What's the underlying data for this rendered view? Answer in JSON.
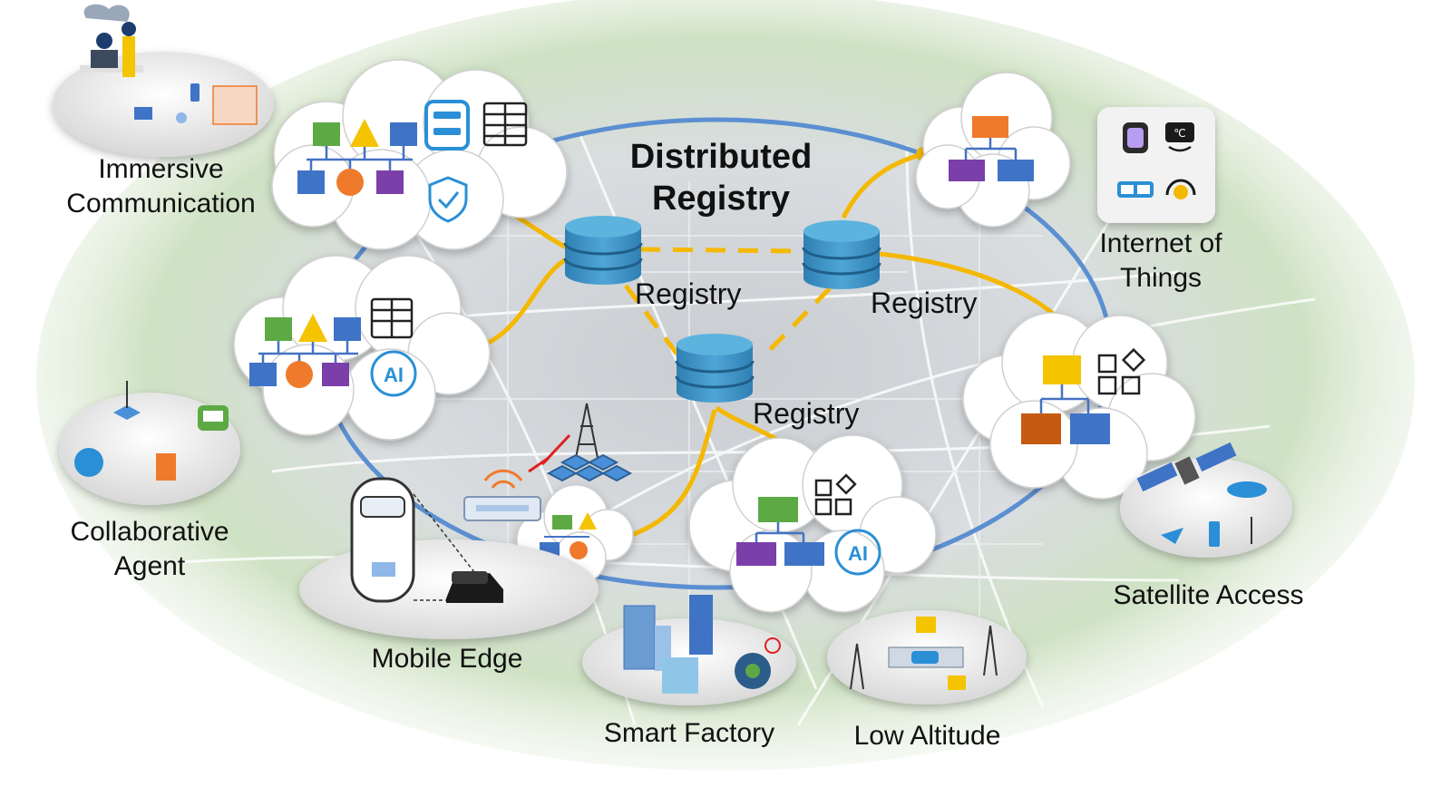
{
  "title": {
    "line1": "Distributed",
    "line2": "Registry"
  },
  "registry_label": "Registry",
  "ai_badge": "AI",
  "scenarios": {
    "immersive": {
      "line1": "Immersive",
      "line2": "Communication"
    },
    "iot": {
      "line1": "Internet of",
      "line2": "Things"
    },
    "collab": {
      "line1": "Collaborative",
      "line2": "Agent"
    },
    "mobile_edge": {
      "line1": "Mobile Edge"
    },
    "smart_factory": {
      "line1": "Smart Factory"
    },
    "low_altitude": {
      "line1": "Low Altitude"
    },
    "satellite": {
      "line1": "Satellite Access"
    }
  },
  "icon_thermo": "℃",
  "colors": {
    "ring": "#5b8fd1",
    "link": "#f5b800",
    "db": "#3e8fc1",
    "green": "#5daa45",
    "blue": "#3f73c6",
    "purple": "#7a3fa8",
    "orange": "#ef7a2c",
    "yellow": "#f5c400",
    "rust": "#c55a11",
    "ai": "#2a8fd6"
  }
}
